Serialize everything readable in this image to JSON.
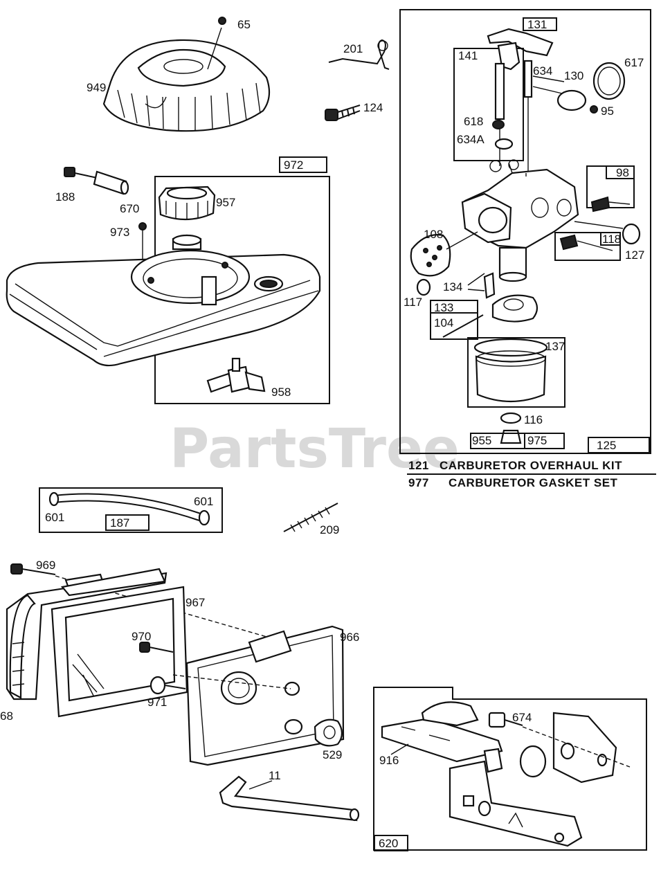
{
  "watermark": "PartsTree",
  "kits": {
    "overhaul": {
      "num": "121",
      "name": "CARBURETOR OVERHAUL KIT"
    },
    "gasket": {
      "num": "977",
      "name": "CARBURETOR GASKET SET"
    }
  },
  "parts": {
    "p65": "65",
    "p949": "949",
    "p201": "201",
    "p124": "124",
    "p188": "188",
    "p670": "670",
    "p972": "972",
    "p957": "957",
    "p973": "973",
    "p958": "958",
    "p131": "131",
    "p141": "141",
    "p634": "634",
    "p130": "130",
    "p617": "617",
    "p618": "618",
    "p95": "95",
    "p634A": "634A",
    "p98": "98",
    "p108": "108",
    "p118": "118",
    "p127": "127",
    "p134": "134",
    "p117": "117",
    "p133": "133",
    "p104": "104",
    "p137": "137",
    "p116": "116",
    "p955": "955",
    "p975": "975",
    "p125": "125",
    "p601a": "601",
    "p601b": "601",
    "p187": "187",
    "p209": "209",
    "p969": "969",
    "p967": "967",
    "p970": "970",
    "p966": "966",
    "p68": "68",
    "p971": "971",
    "p529": "529",
    "p11": "11",
    "p674": "674",
    "p916": "916",
    "p620": "620"
  }
}
